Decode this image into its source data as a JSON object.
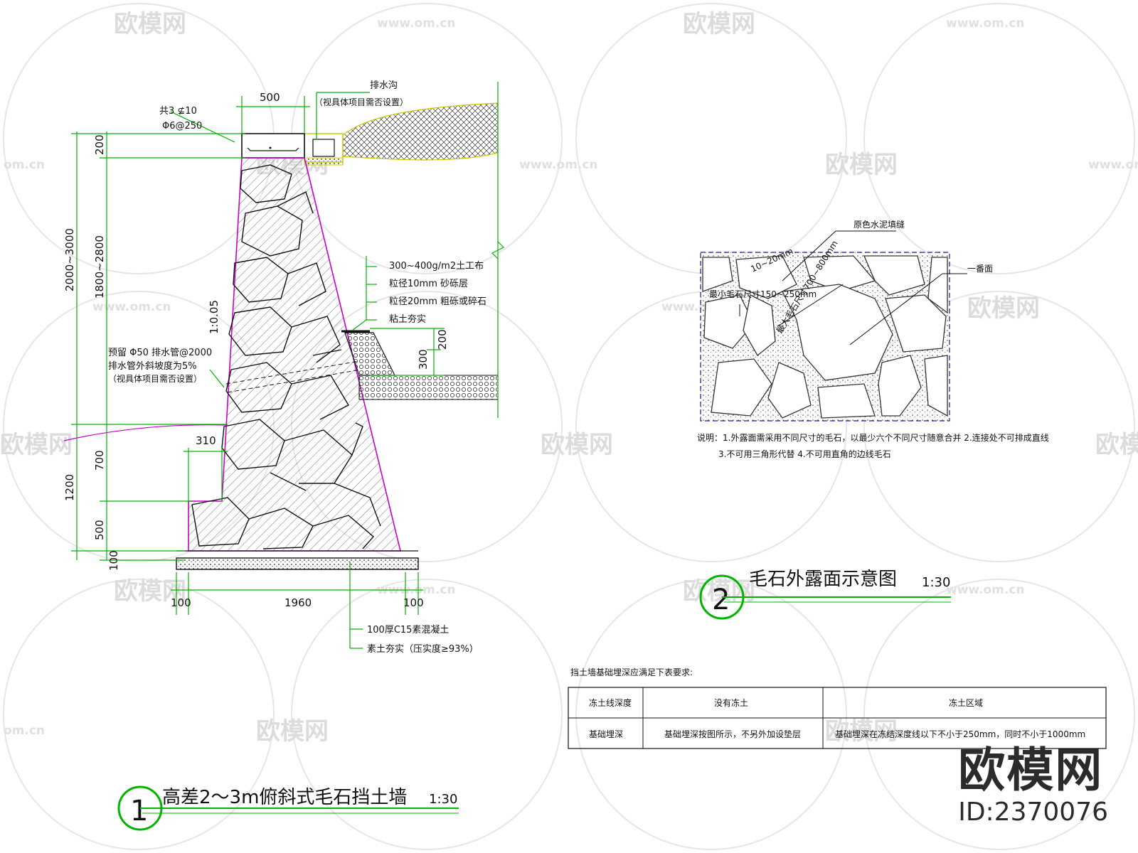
{
  "watermarks": {
    "brand": "欧模网",
    "url": "www.om.cn",
    "url_short": "om.cn"
  },
  "drawing1": {
    "title": "高差2～3m俯斜式毛石挡土墙",
    "number": "1",
    "scale": "1:30",
    "drain_label": "排水沟",
    "drain_note": "（视具体项目需否设置）",
    "top_width": "500",
    "rebar_1": "共3 ⊈10",
    "rebar_2": "Φ6@250",
    "height_total": "2000~3000",
    "height_wall": "1800~2800",
    "dim_200_top": "200",
    "dim_700": "700",
    "dim_1200": "1200",
    "dim_500": "500",
    "dim_100_side": "100",
    "slope": "1:0.05",
    "dim_310": "310",
    "pipe_1": "预留 Φ50 排水管@2000",
    "pipe_2": "排水管外斜坡度为5%",
    "pipe_3": "（视具体项目需否设置）",
    "filter_1": "300~400g/m2土工布",
    "filter_2": "粒径10mm 砂砾层",
    "filter_3": "粒径20mm 粗砾或碎石",
    "filter_4": "粘土夯实",
    "dim_200_r": "200",
    "dim_300_r": "300",
    "base_left": "100",
    "base_mid": "1960",
    "base_right": "100",
    "base_1": "100厚C15素混凝土",
    "base_2": "素土夯实（压实度≥93%）"
  },
  "drawing2": {
    "title": "毛石外露面示意图",
    "number": "2",
    "scale": "1:30",
    "label_mortar": "原色水泥填缝",
    "label_face": "一番面",
    "label_joint": "10~20mm",
    "label_min": "最小毛石尺寸150~250mm",
    "label_max": "最大毛石尺寸700~800mm",
    "notes_1": "说明：1.外露面需采用不同尺寸的毛石，以最少六个不同尺寸随意合并   2.连接处不可排成直线",
    "notes_2": "3.不可用三角形代替          4.不可用直角的边线毛石"
  },
  "table": {
    "caption": "挡土墙基础埋深应满足下表要求:",
    "headers": [
      "冻土线深度",
      "没有冻土",
      "冻土区域"
    ],
    "row": [
      "基础埋深",
      "基础埋深按图所示，不另外加设垫层",
      "基础埋深在冻结深度线以下不小于250mm，同时不小于1000mm"
    ]
  },
  "stamp": {
    "brand": "欧模网",
    "id": "ID:2370076"
  },
  "colors": {
    "line": "#1a1a1a",
    "dimension": "#00b400",
    "outline": "#c800c8",
    "soil": "#c8c800",
    "watermark": "#dcdcdc"
  }
}
